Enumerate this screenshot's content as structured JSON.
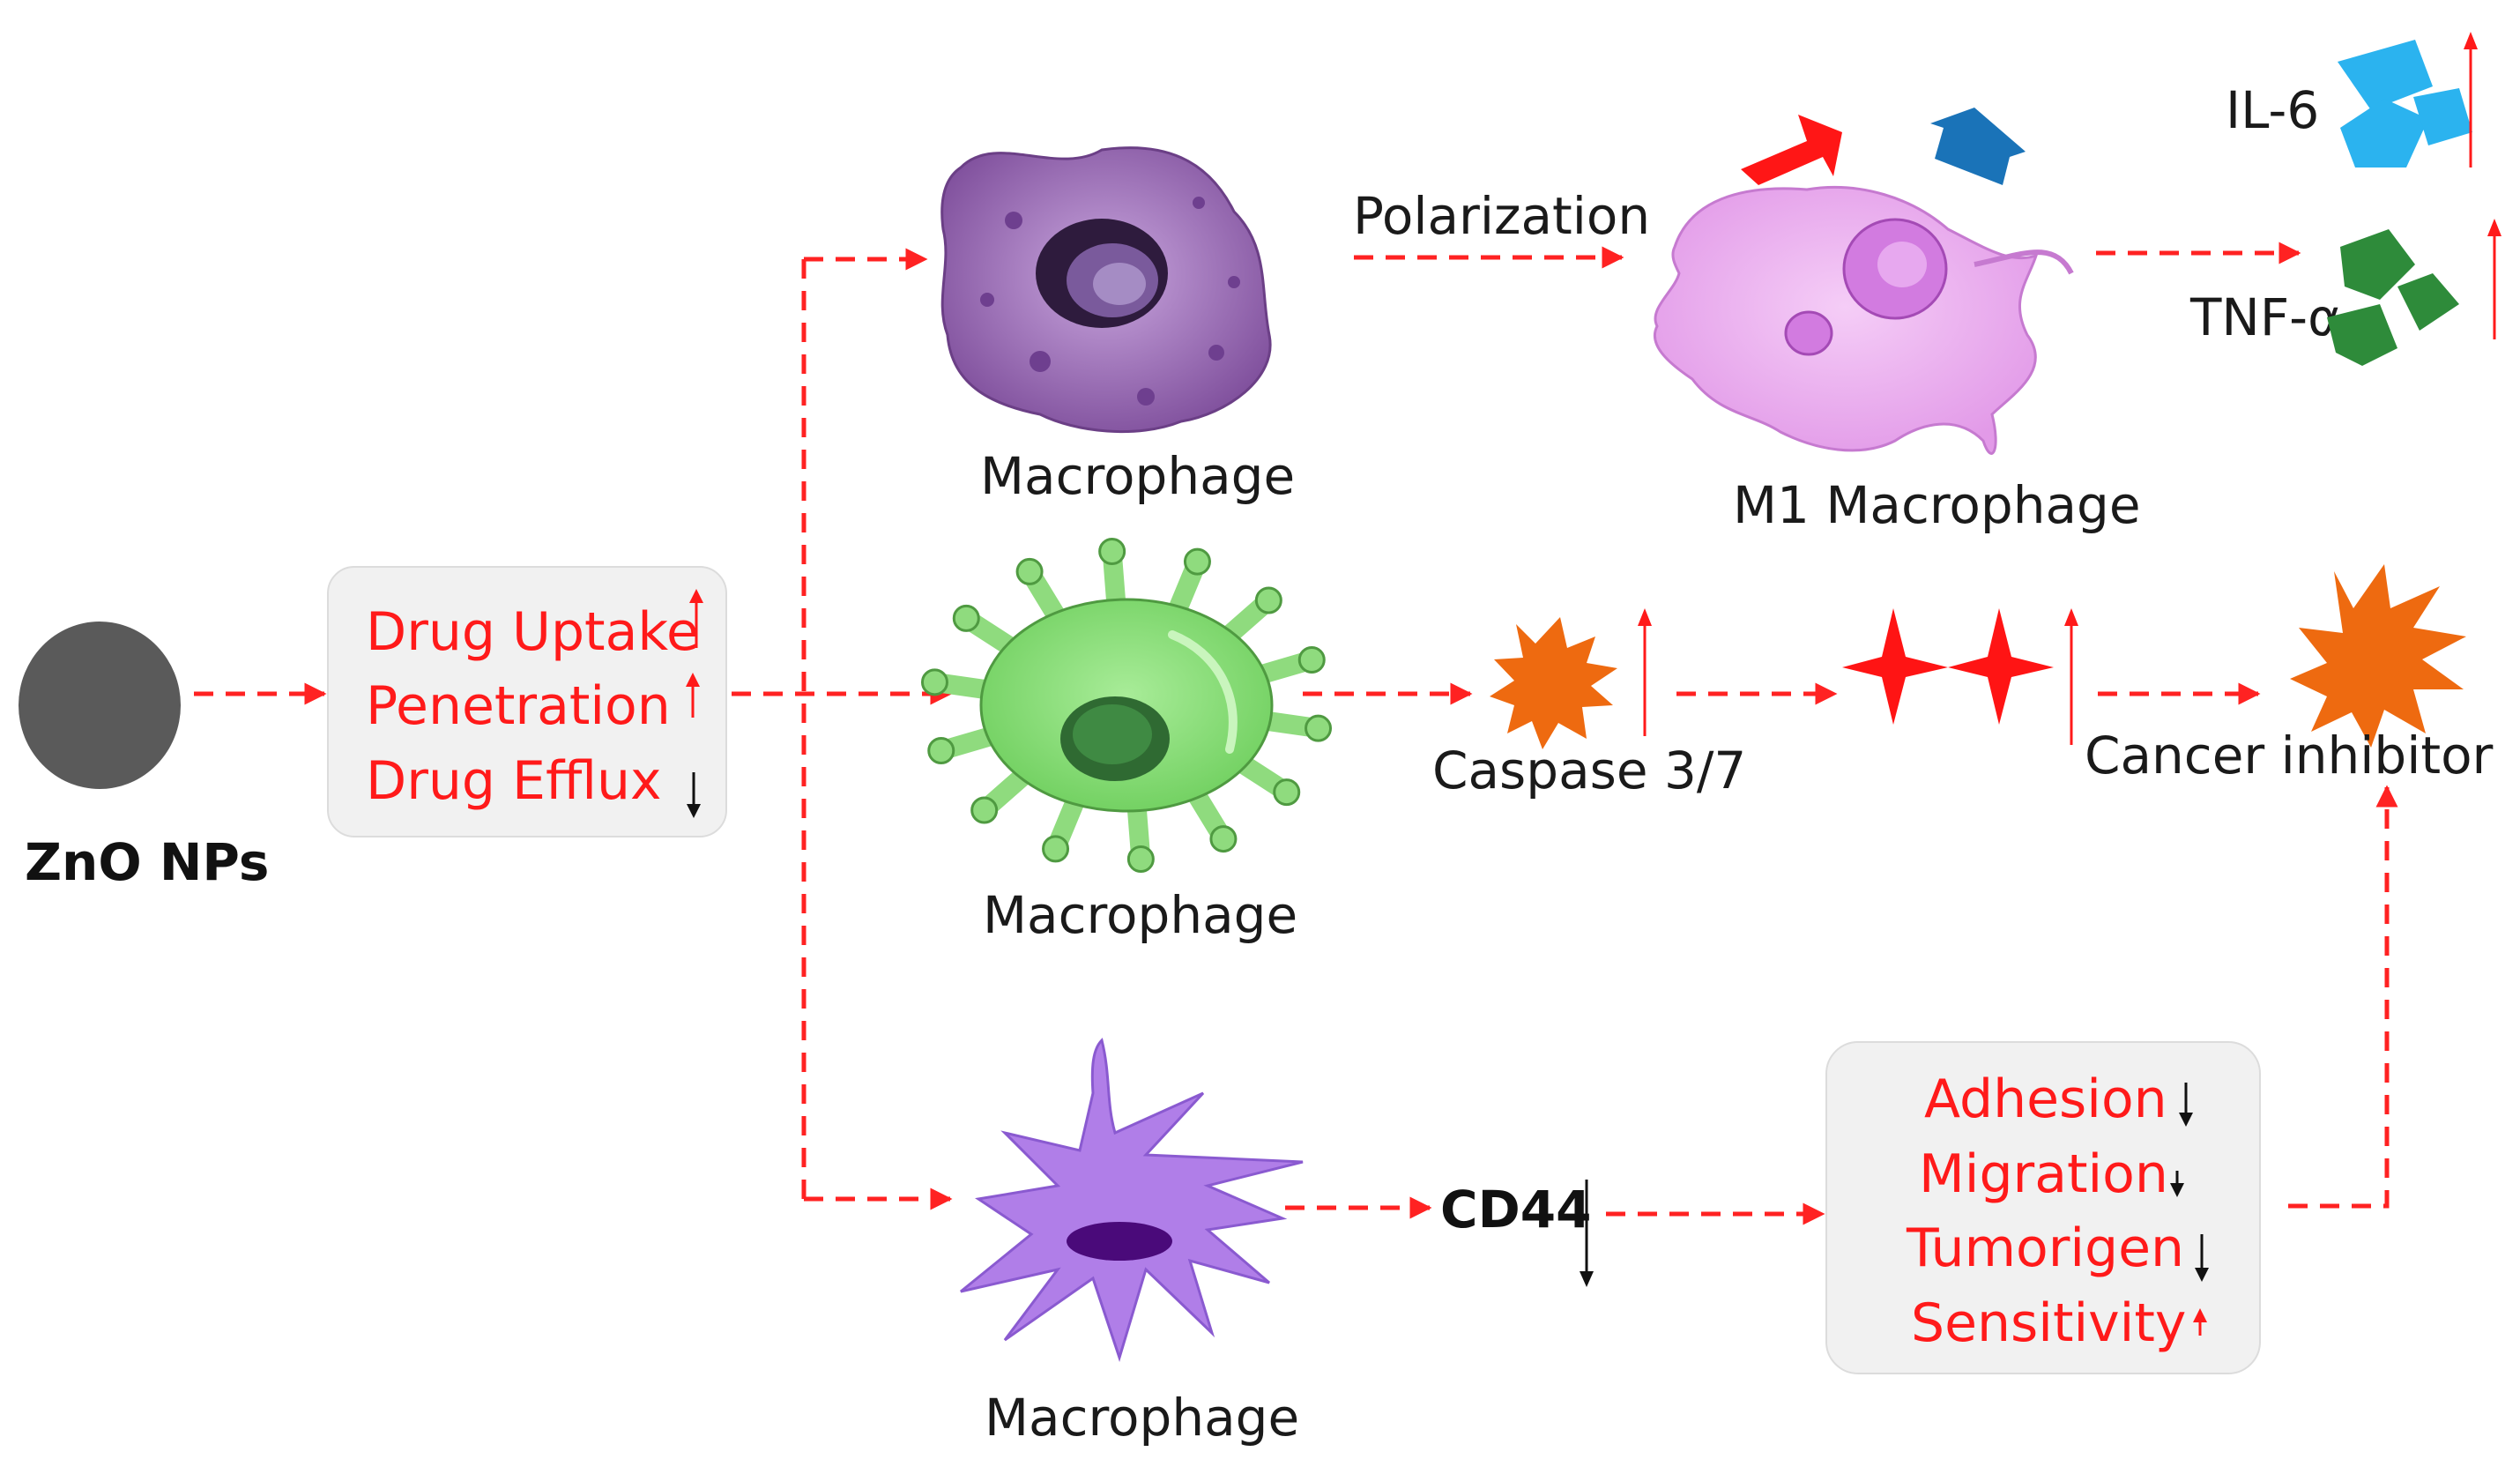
{
  "nodes": {
    "zno": "ZnO NPs",
    "box1": {
      "uptake": "Drug Uptake",
      "penetration": "Penetration",
      "efflux": "Drug Efflux"
    },
    "macrophage_top": "Macrophage",
    "polarization": "Polarization",
    "m1": "M1 Macrophage",
    "il6": "IL-6",
    "tnf": "TNF-α",
    "macrophage_mid": "Macrophage",
    "caspase": "Caspase 3/7",
    "cancer_inhibitor": "Cancer inhibitor",
    "macrophage_bottom": "Macrophage",
    "cd44": "CD44",
    "box2": {
      "adhesion": "Adhesion",
      "migration": "Migration",
      "tumorigen": "Tumorigen",
      "sensitivity": "Sensitivity"
    }
  },
  "colors": {
    "arrow": "#ff2222",
    "up_indicator": "#ff1a1a",
    "down_indicator": "#111111",
    "particle": "#5a5a5a",
    "box_fill": "#f1f1f1",
    "macrophage_top": "#9b6fb8",
    "macrophage_mid": "#8fdb7e",
    "macrophage_bottom": "#b07ee8",
    "m1_macrophage": "#e9a6ee",
    "il6_icon": "#2bb3ef",
    "tnf_icon": "#2e8b3a",
    "star_orange": "#ee6a10",
    "star_red": "#ff1414"
  },
  "icons": [
    "zno-particle-icon",
    "macrophage-cell-icon",
    "m1-macrophage-icon",
    "il6-protein-icon",
    "tnf-protein-icon",
    "caspase-burst-icon",
    "sparkle-icon",
    "cancer-inhibitor-burst-icon",
    "up-arrow-icon",
    "down-arrow-icon"
  ]
}
